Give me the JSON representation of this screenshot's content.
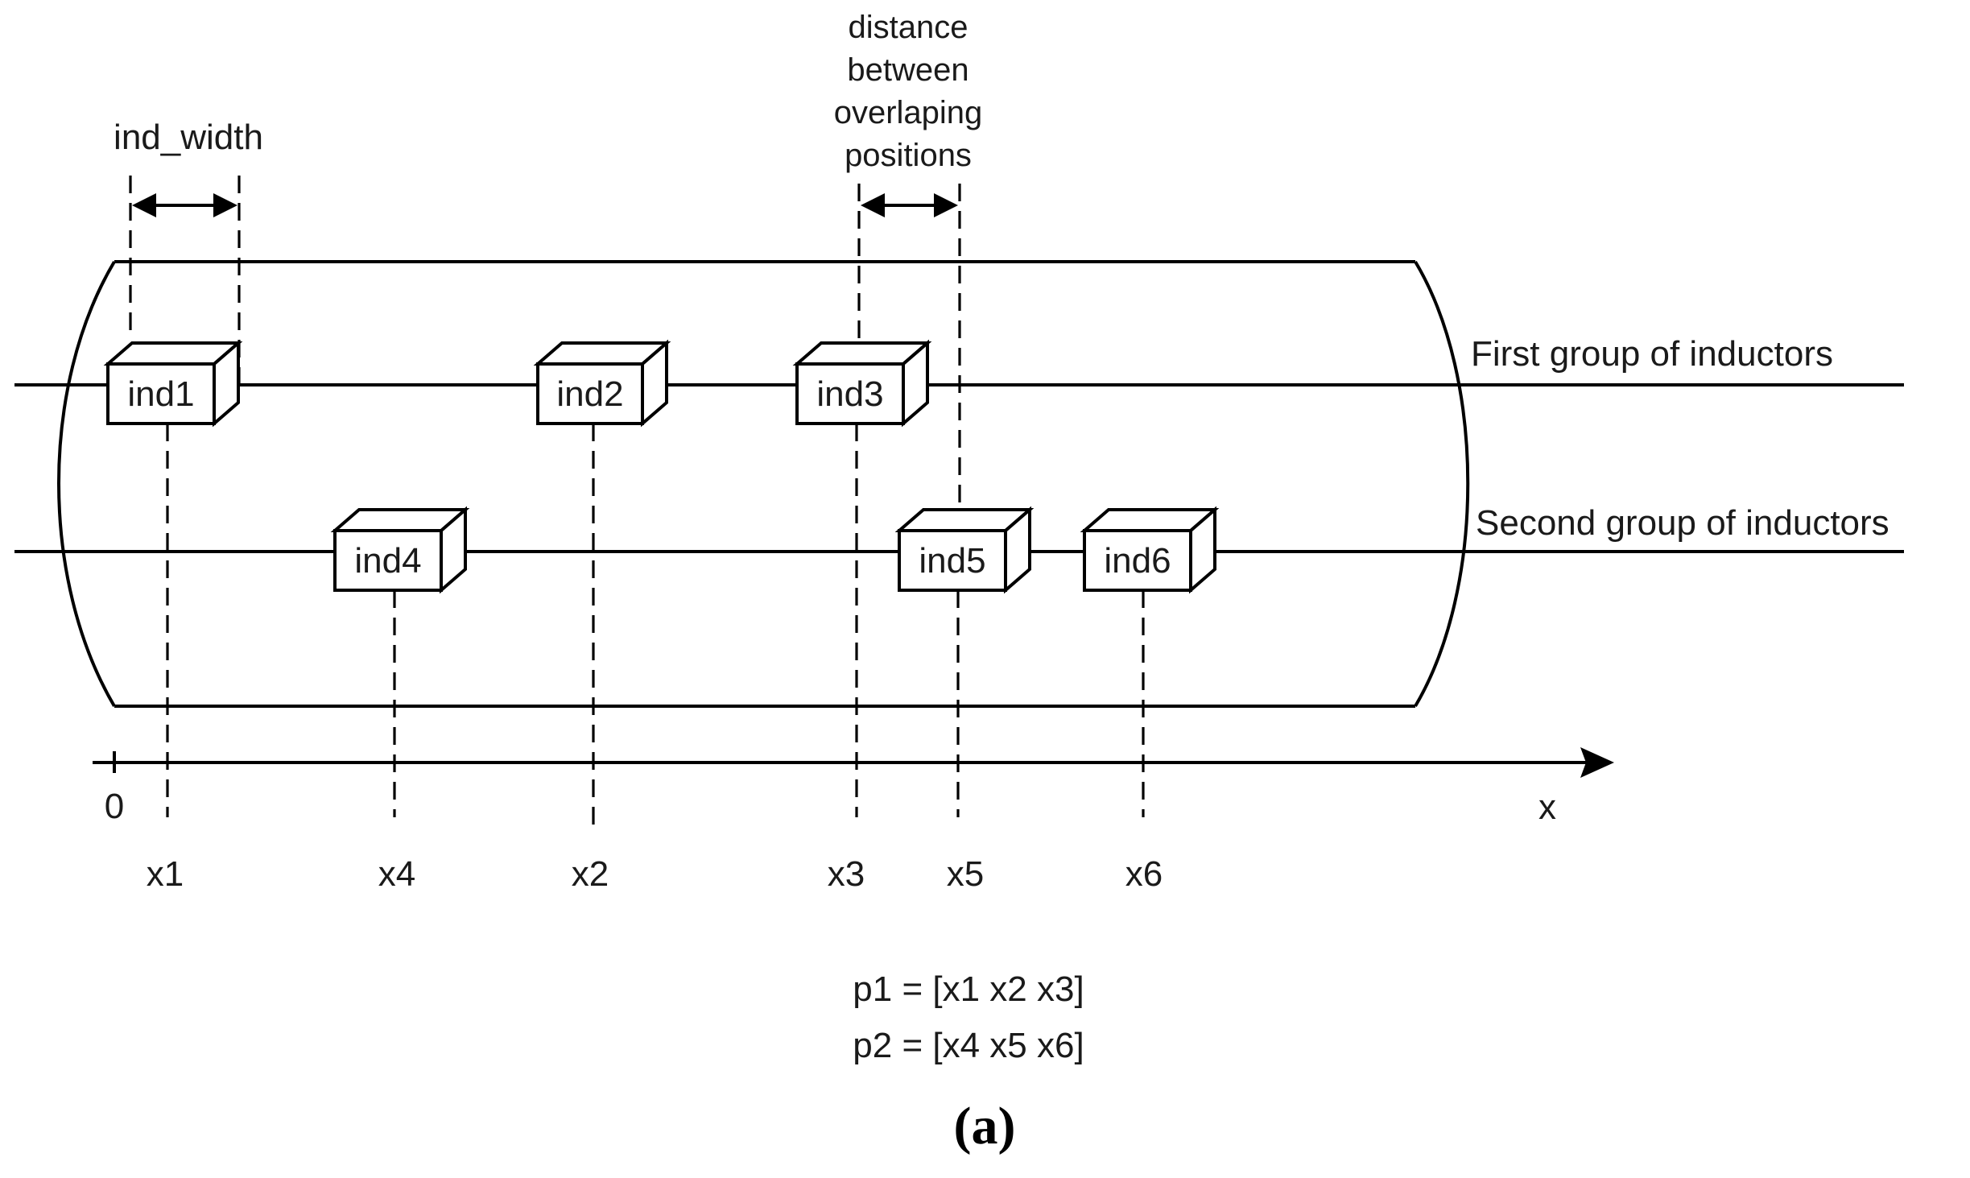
{
  "dimension_label": "ind_width",
  "distance_label": [
    "distance",
    "between",
    "overlaping",
    "positions"
  ],
  "groups": {
    "first": "First group of inductors",
    "second": "Second group of inductors"
  },
  "inductors": [
    {
      "id": "ind1",
      "label": "ind1",
      "group": "first",
      "position": "x1"
    },
    {
      "id": "ind2",
      "label": "ind2",
      "group": "first",
      "position": "x2"
    },
    {
      "id": "ind3",
      "label": "ind3",
      "group": "first",
      "position": "x3"
    },
    {
      "id": "ind4",
      "label": "ind4",
      "group": "second",
      "position": "x4"
    },
    {
      "id": "ind5",
      "label": "ind5",
      "group": "second",
      "position": "x5"
    },
    {
      "id": "ind6",
      "label": "ind6",
      "group": "second",
      "position": "x6"
    }
  ],
  "axis": {
    "origin_label": "0",
    "axis_label": "x",
    "tick_labels": [
      "x1",
      "x4",
      "x2",
      "x3",
      "x5",
      "x6"
    ]
  },
  "equations": [
    "p1 = [x1 x2 x3]",
    "p2 = [x4 x5 x6]"
  ],
  "panel_label": "(a)"
}
